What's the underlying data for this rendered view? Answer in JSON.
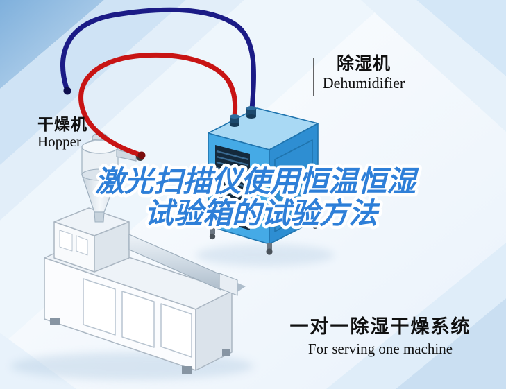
{
  "labels": {
    "hopper": {
      "zh": "干燥机",
      "en": "Hopper"
    },
    "dehumidifier": {
      "zh": "除湿机",
      "en": "Dehumidifier"
    },
    "system": {
      "zh": "一对一除湿干燥系统",
      "en": "For serving one machine"
    }
  },
  "watermark": {
    "line1": "激光扫描仪使用恒温恒湿",
    "line2": "试验箱的试验方法"
  },
  "colors": {
    "watermark_blue": "#2e7fd8",
    "cable_red": "#c81414",
    "cable_navy": "#1b1b86",
    "dehumidifier_front": "#45aae6",
    "dehumidifier_side": "#2e8ed2",
    "dehumidifier_top": "#a9d9f4",
    "machine_body": "#f7fafc",
    "label_text": "#101010"
  }
}
